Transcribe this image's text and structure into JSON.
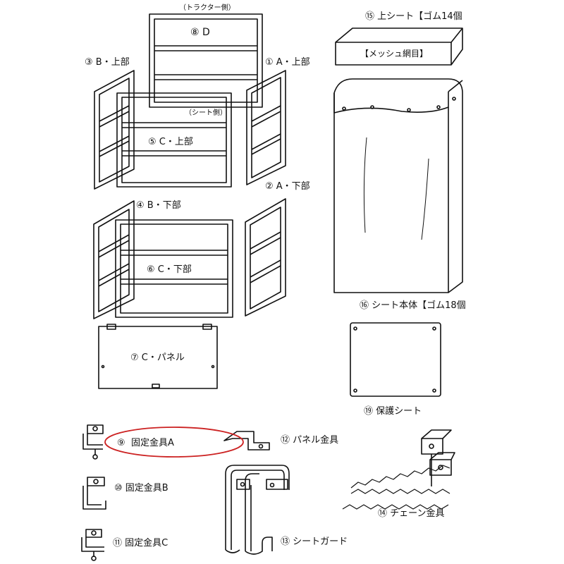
{
  "labels": {
    "tractor_side": "（トラクター側）",
    "seat_side": "（シート側）",
    "d": "⑧ D",
    "a_upper": "① A・上部",
    "a_lower": "② A・下部",
    "b_upper": "③ B・上部",
    "b_lower": "④ B・下部",
    "c_upper": "⑤ C・上部",
    "c_lower": "⑥ C・下部",
    "c_panel": "⑦ C・パネル",
    "top_sheet": "⑮ 上シート【ゴム14個",
    "mesh": "【メッシュ網目】",
    "sheet_body": "⑯ シート本体【ゴム18個",
    "protect_sheet": "⑲ 保護シート",
    "fix_a": "固定金具A",
    "fix_a_num": "⑨",
    "fix_b": "⑩ 固定金具B",
    "fix_c": "⑪ 固定金具C",
    "panel_bracket": "⑫ パネル金具",
    "sheet_guard": "⑬ シートガード",
    "chain_bracket": "⑭ チェーン金具"
  },
  "colors": {
    "line": "#111111",
    "highlight": "#cc2222"
  }
}
